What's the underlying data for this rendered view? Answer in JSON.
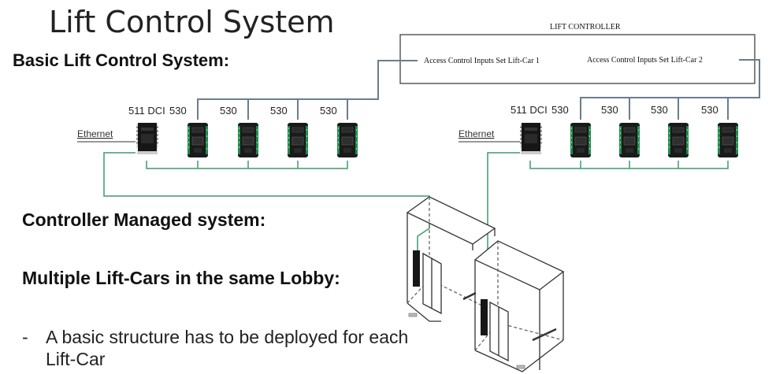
{
  "title": "Lift Control System",
  "headings": {
    "basic": "Basic Lift Control System:",
    "managed": "Controller Managed system:",
    "multiple": "Multiple Lift-Cars in the same Lobby:"
  },
  "bullet": {
    "dash": "-",
    "text": "A basic structure has to be deployed for each Lift-Car"
  },
  "lift_controller": {
    "title": "LIFT CONTROLLER",
    "input1": "Access Control Inputs Set Lift-Car 1",
    "input2": "Access Control Inputs Set Lift-Car 2"
  },
  "group_left": {
    "dci_label": "511 DCI",
    "module_labels": [
      "530",
      "530",
      "530",
      "530"
    ],
    "ethernet": "Ethernet"
  },
  "group_right": {
    "dci_label": "511 DCI",
    "module_labels": [
      "530",
      "530",
      "530",
      "530"
    ],
    "ethernet": "Ethernet"
  },
  "colors": {
    "wire": "#6a7d8c",
    "network": "#3f9a6e",
    "module_green": "#1f8a4c",
    "module_dark": "#1a1a1a"
  }
}
